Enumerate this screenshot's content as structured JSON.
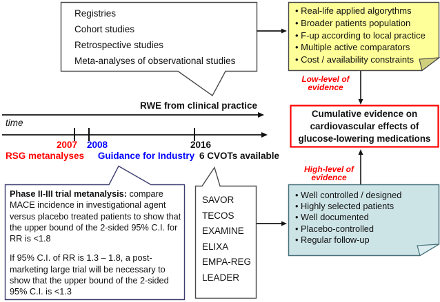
{
  "observational_callout": {
    "items": [
      "Registries",
      "Cohort studies",
      "Retrospective studies",
      "Meta-analyses of observational studies"
    ]
  },
  "rwe_label": "RWE from clinical practice",
  "timeline": {
    "axis_label": "time",
    "events": [
      {
        "year": "2007",
        "label": "RSG metanalyses"
      },
      {
        "year": "2008",
        "label": "Guidance for Industry"
      },
      {
        "year": "2016",
        "label": "6 CVOTs available"
      }
    ]
  },
  "rwe_note": {
    "items": [
      "Real-life applied algorythms",
      "Broader patients population",
      "F-up according to local practice",
      "Multiple active comparators",
      "Cost / availability constraints"
    ]
  },
  "low_level_label": "Low-level of evidence",
  "high_level_label": "High-level of evidence",
  "cumulative_box": {
    "lines": [
      "Cumulative evidence on",
      "cardiovascular effects of",
      "glucose-lowering medications"
    ]
  },
  "rct_note": {
    "items": [
      "Well controlled / designed",
      "Highly selected patients",
      "Well documented",
      "Placebo-controlled",
      "Regular follow-up"
    ]
  },
  "guidance_callout": {
    "p1_lead": "Phase II-III trial metanalysis:",
    "p1_rest": " compare MACE incidence in investigational agent versus placebo treated patients to show that the upper bound of the 2-sided 95% C.I. for RR is <1.8",
    "p2": "If 95% C.I. of RR is 1.3 – 1.8, a post-marketing large trial will be necessary to show that the upper bound of the 2-sided 95% C.I. is <1.3"
  },
  "cvot_callout": {
    "trials": [
      "SAVOR",
      "TECOS",
      "EXAMINE",
      "ELIXA",
      "EMPA-REG",
      "LEADER"
    ]
  },
  "colors": {
    "red_accent": "#FF0000",
    "blue_accent": "#0000FF",
    "yellow_note_fill": "#FFFF99",
    "blue_note_fill": "#CDE4E7"
  }
}
